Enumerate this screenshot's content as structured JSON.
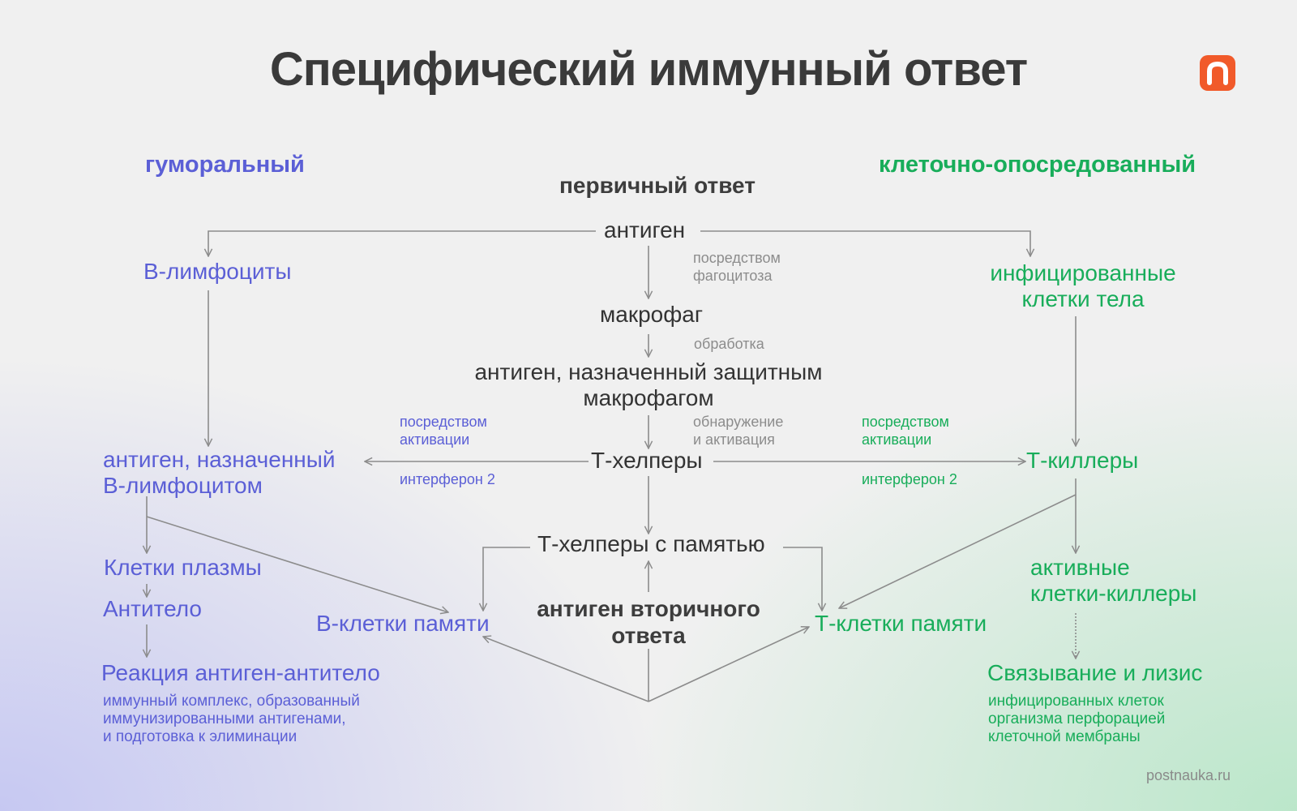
{
  "title": "Специфический иммунный ответ",
  "columns": {
    "humoral": "гуморальный",
    "cellular": "клеточно-опосредованный"
  },
  "primary_response": "первичный ответ",
  "nodes": {
    "antigen": "антиген",
    "b_lymphocytes": "В-лимфоциты",
    "infected_cells": [
      "инфицированные",
      "клетки тела"
    ],
    "macrophage": "макрофаг",
    "antigen_macrophage": [
      "антиген, назначенный защитным",
      "макрофагом"
    ],
    "antigen_b": [
      "антиген, назначенный",
      "В-лимфоцитом"
    ],
    "t_helpers": "Т-хелперы",
    "t_killers": "Т-киллеры",
    "t_helpers_memory": "Т-хелперы с памятью",
    "plasma_cells": "Клетки плазмы",
    "antibody": "Антитело",
    "b_memory": "В-клетки памяти",
    "secondary_antigen": [
      "антиген вторичного",
      "ответа"
    ],
    "t_memory": "Т-клетки памяти",
    "active_killers": [
      "активные",
      "клетки-киллеры"
    ],
    "reaction": "Реакция антиген-антитело",
    "reaction_note": [
      "иммунный комплекс, образованный",
      "иммунизированными антигенами,",
      "и подготовка к элиминации"
    ],
    "binding": "Связывание и лизис",
    "binding_note": [
      "инфицированных клеток",
      "организма перфорацией",
      "клеточной мембраны"
    ]
  },
  "edge_labels": {
    "phagocytosis": [
      "посредством",
      "фагоцитоза"
    ],
    "processing": "обработка",
    "detection": [
      "обнаружение",
      "и активация"
    ],
    "activation_left": [
      "посредством",
      "активации"
    ],
    "interferon_left": "интерферон 2",
    "activation_right": [
      "посредством",
      "активации"
    ],
    "interferon_right": "интерферон 2"
  },
  "brand": "postnauka.ru",
  "colors": {
    "humoral": "#5b5fd6",
    "cellular": "#18ad5a",
    "text": "#333333",
    "arrow": "#8c8c8c",
    "logo": "#f15a2a"
  },
  "icons": {
    "logo": "postnauka-logo-icon"
  }
}
